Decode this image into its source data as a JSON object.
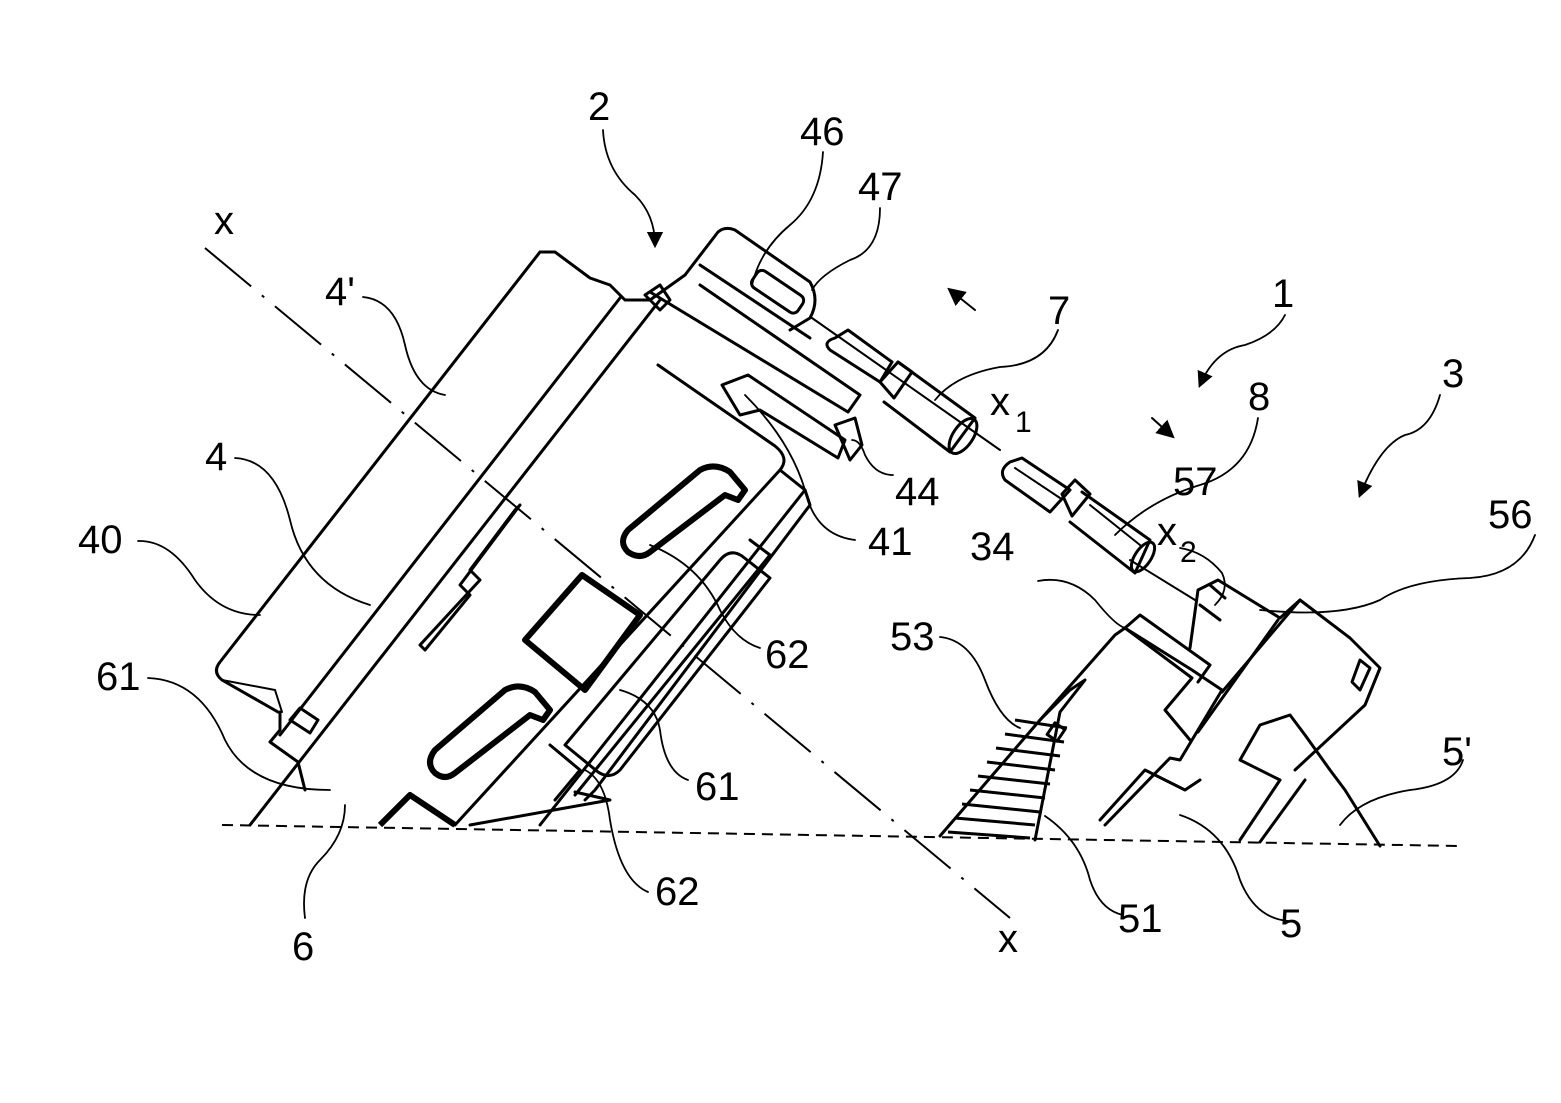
{
  "figure": {
    "type": "patent-drawing",
    "description": "Exploded view of a connector assembly with two housings and two pins along axes x1 and x2"
  },
  "axis_labels": {
    "main_axis_top": "x",
    "main_axis_bottom": "x",
    "pin7_axis": {
      "base": "x",
      "sub": "1"
    },
    "pin8_axis": {
      "base": "x",
      "sub": "2"
    }
  },
  "reference_numerals": [
    {
      "id": "ref-1",
      "text": "1",
      "refers_to": "assembly (arrow)"
    },
    {
      "id": "ref-2",
      "text": "2",
      "refers_to": "left housing (arrow)"
    },
    {
      "id": "ref-3",
      "text": "3",
      "refers_to": "right housing (arrow)"
    },
    {
      "id": "ref-4",
      "text": "4"
    },
    {
      "id": "ref-4p",
      "text": "4'"
    },
    {
      "id": "ref-40",
      "text": "40"
    },
    {
      "id": "ref-41",
      "text": "41"
    },
    {
      "id": "ref-44",
      "text": "44"
    },
    {
      "id": "ref-46",
      "text": "46"
    },
    {
      "id": "ref-47",
      "text": "47"
    },
    {
      "id": "ref-7",
      "text": "7"
    },
    {
      "id": "ref-8",
      "text": "8"
    },
    {
      "id": "ref-34",
      "text": "34"
    },
    {
      "id": "ref-53",
      "text": "53"
    },
    {
      "id": "ref-56",
      "text": "56"
    },
    {
      "id": "ref-57",
      "text": "57"
    },
    {
      "id": "ref-61a",
      "text": "61"
    },
    {
      "id": "ref-61b",
      "text": "61"
    },
    {
      "id": "ref-62a",
      "text": "62"
    },
    {
      "id": "ref-62b",
      "text": "62"
    },
    {
      "id": "ref-6",
      "text": "6"
    },
    {
      "id": "ref-51",
      "text": "51"
    },
    {
      "id": "ref-5",
      "text": "5"
    },
    {
      "id": "ref-5p",
      "text": "5'"
    }
  ],
  "motion_arrows": [
    {
      "id": "arrow-up-left",
      "direction": "up-left"
    },
    {
      "id": "arrow-down-right",
      "direction": "down-right"
    }
  ]
}
